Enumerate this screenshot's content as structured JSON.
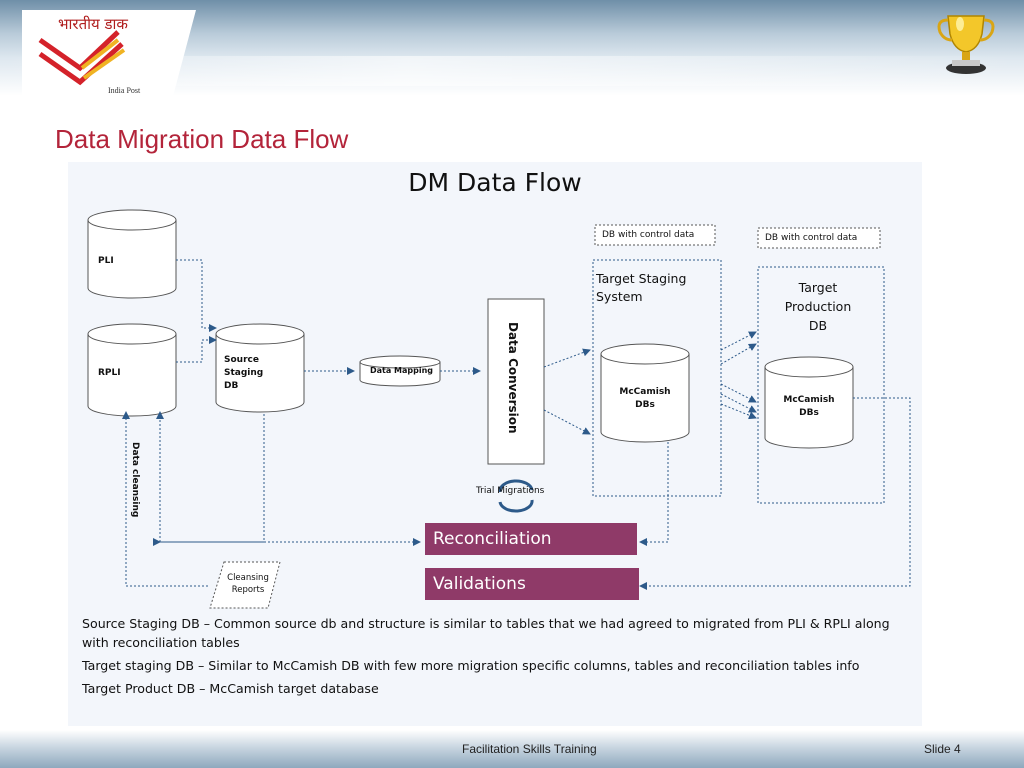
{
  "header": {
    "logo_hindi": "भारतीय डाक",
    "logo_caption": "India Post"
  },
  "slide": {
    "title": "Data Migration Data Flow"
  },
  "diagram": {
    "title": "DM Data Flow",
    "pli": "PLI",
    "rpli": "RPLI",
    "source_staging": [
      "Source",
      "Staging",
      "DB"
    ],
    "data_mapping": "Data Mapping",
    "data_conversion": "Data Conversion",
    "db_control_1": "DB with control data",
    "db_control_2": "DB with control data",
    "target_staging": [
      "Target  Staging",
      "System"
    ],
    "target_production": [
      "Target",
      "Production",
      "DB"
    ],
    "mccamish_1": [
      "McCamish",
      "DBs"
    ],
    "mccamish_2": [
      "McCamish",
      "DBs"
    ],
    "trial_migrations": "Trial Migrations",
    "data_cleansing": "Data cleansing",
    "cleansing_reports": [
      "Cleansing",
      "Reports"
    ],
    "reconciliation": "Reconciliation",
    "validations": "Validations",
    "notes": [
      "Source Staging DB – Common source db and structure is similar to tables that we had agreed to migrated from PLI & RPLI along with reconciliation tables",
      "Target staging DB – Similar to McCamish DB with few more migration specific  columns, tables  and reconciliation tables info",
      "Target Product DB – McCamish target database"
    ],
    "colors": {
      "bar": "#8f3a68",
      "arrow": "#2d5a8a",
      "title": "#b3243a"
    }
  },
  "footer": {
    "center": "Facilitation Skills Training",
    "slide_number": "Slide 4"
  }
}
